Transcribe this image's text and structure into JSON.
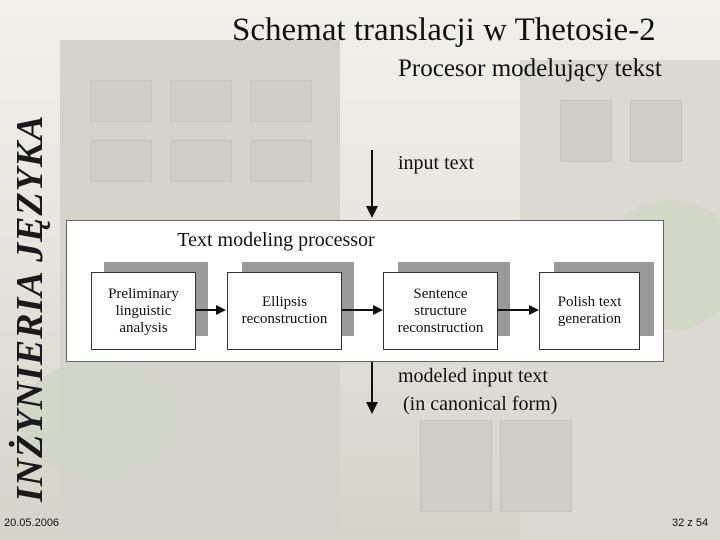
{
  "side_title": "INŻYNIERIA JĘZYKA",
  "title": "Schemat translacji w Thetosie-2",
  "subtitle": "Procesor modelujący tekst",
  "diagram": {
    "input_label": "input text",
    "processor_title": "Text modeling processor",
    "steps": [
      {
        "label": "Preliminary linguistic analysis"
      },
      {
        "label": "Ellipsis reconstruction"
      },
      {
        "label": "Sentence structure reconstruction"
      },
      {
        "label": "Polish text generation"
      }
    ],
    "output_line1": "modeled input text",
    "output_line2": "(in canonical form)"
  },
  "footer": {
    "date": "20.05.2006",
    "page": "32 z 54"
  }
}
